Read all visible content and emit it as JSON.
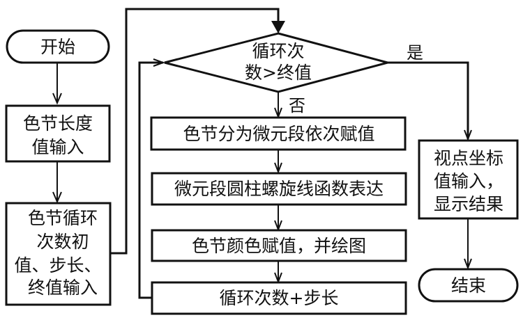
{
  "diagram": {
    "type": "flowchart",
    "nodes": {
      "start": {
        "shape": "terminator",
        "lines": [
          "开始"
        ]
      },
      "input_length": {
        "shape": "process",
        "lines": [
          "色节长度",
          "值输入"
        ]
      },
      "input_loop_params": {
        "shape": "process",
        "lines": [
          "色节循环",
          "次数初",
          "值、步长、",
          "终值输入"
        ]
      },
      "decision": {
        "shape": "decision",
        "lines": [
          "循环次",
          "数>终值"
        ]
      },
      "split_segments": {
        "shape": "process",
        "lines": [
          "色节分为微元段依次赋值"
        ]
      },
      "helix_function": {
        "shape": "process",
        "lines": [
          "微元段圆柱螺旋线函数表达"
        ]
      },
      "color_draw": {
        "shape": "process",
        "lines": [
          "色节颜色赋值，并绘图"
        ]
      },
      "increment": {
        "shape": "process",
        "lines": [
          "循环次数+步长"
        ]
      },
      "viewpoint": {
        "shape": "process",
        "lines": [
          "视点坐标",
          "值输入，",
          "显示结果"
        ]
      },
      "end": {
        "shape": "terminator",
        "lines": [
          "结束"
        ]
      }
    },
    "edge_labels": {
      "yes": "是",
      "no": "否"
    },
    "edges": [
      {
        "from": "start",
        "to": "input_length"
      },
      {
        "from": "input_length",
        "to": "input_loop_params"
      },
      {
        "from": "input_loop_params",
        "to": "decision"
      },
      {
        "from": "decision",
        "to": "split_segments",
        "label": "否"
      },
      {
        "from": "split_segments",
        "to": "helix_function"
      },
      {
        "from": "helix_function",
        "to": "color_draw"
      },
      {
        "from": "color_draw",
        "to": "increment"
      },
      {
        "from": "increment",
        "to": "decision"
      },
      {
        "from": "decision",
        "to": "viewpoint",
        "label": "是"
      },
      {
        "from": "viewpoint",
        "to": "end"
      }
    ]
  }
}
